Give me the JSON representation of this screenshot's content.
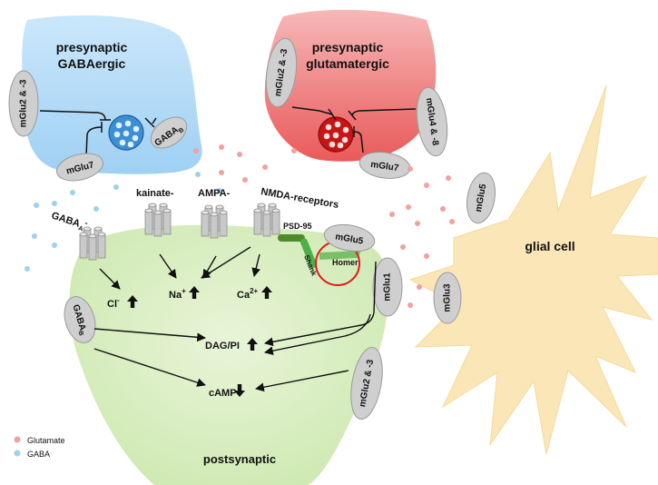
{
  "presynaptic_gabaergic": {
    "title_line1": "presynaptic",
    "title_line2": "GABAergic"
  },
  "presynaptic_glutamatergic": {
    "title_line1": "presynaptic",
    "title_line2": "glutamatergic"
  },
  "glial_cell": {
    "title": "glial cell"
  },
  "postsynaptic": {
    "title": "postsynaptic"
  },
  "receptors": {
    "gaba_a": "GABA",
    "gaba_a_sub": "A",
    "gaba_a_sup": "-",
    "kainate": "kainate-",
    "ampa": "AMPA-",
    "nmda": "NMDA-receptors"
  },
  "scaffold": {
    "psd95": "PSD-95",
    "shank": "Shank",
    "homer": "Homer"
  },
  "ions": {
    "cl": "Cl",
    "cl_sup": "-",
    "na": "Na",
    "na_sup": "+",
    "ca": "Ca",
    "ca_sup": "2+"
  },
  "messengers": {
    "dag_pi": "DAG/PI",
    "camp": "cAMP"
  },
  "metabotropic": {
    "gaba_pre_mglu23": "mGlu2 & -3",
    "gaba_pre_gabab": "GABA",
    "gaba_pre_gabab_sub": "B",
    "gaba_pre_mglu7": "mGlu7",
    "glu_pre_mglu23": "mGlu2 & -3",
    "glu_pre_mglu48": "mGlu4 & -8",
    "glu_pre_mglu7": "mGlu7",
    "post_mglu5": "mGlu5",
    "post_mglu1": "mGlu1",
    "post_mglu23": "mGlu2 & -3",
    "post_gabab": "GABA",
    "post_gabab_sub": "B",
    "glia_mglu5": "mGlu5",
    "glia_mglu3": "mGlu3"
  },
  "legend": {
    "items": [
      {
        "label": "Glutamate",
        "color": "#f2a0a0"
      },
      {
        "label": "GABA",
        "color": "#9fd0ee"
      }
    ]
  },
  "colors": {
    "gaba_terminal": "#a9d6f5",
    "glu_terminal": "#ee6f6f",
    "postsynaptic": "#d8eec1",
    "glia": "#fbe6b8",
    "glu_vesicle": "#c81414",
    "gaba_vesicle": "#3a8fd6",
    "homer_circle": "#e01a1a"
  }
}
